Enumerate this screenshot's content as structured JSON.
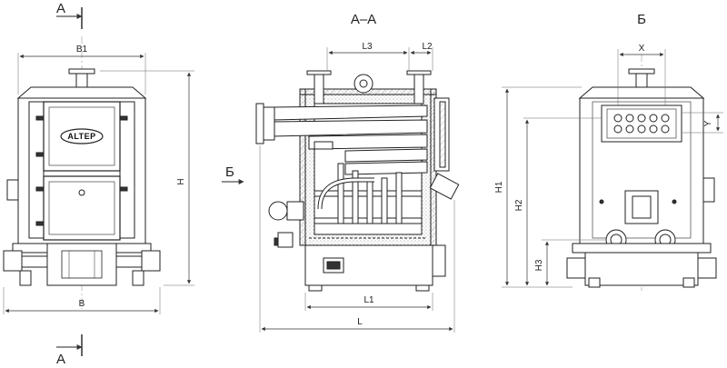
{
  "section_marks": {
    "top": "А",
    "bottom": "А"
  },
  "view_titles": {
    "section": "А–А",
    "view": "Б"
  },
  "view_arrow_label": "Б",
  "front_view": {
    "logo": "ALTEP",
    "dims": {
      "width_top": "B1",
      "width_bottom": "B",
      "height": "H"
    }
  },
  "section_view": {
    "dims": {
      "l3": "L3",
      "l2": "L2",
      "l1": "L1",
      "l": "L"
    }
  },
  "rear_view": {
    "dims": {
      "x": "X",
      "y": "Y",
      "h1": "H1",
      "h2": "H2",
      "h3": "H3"
    }
  }
}
